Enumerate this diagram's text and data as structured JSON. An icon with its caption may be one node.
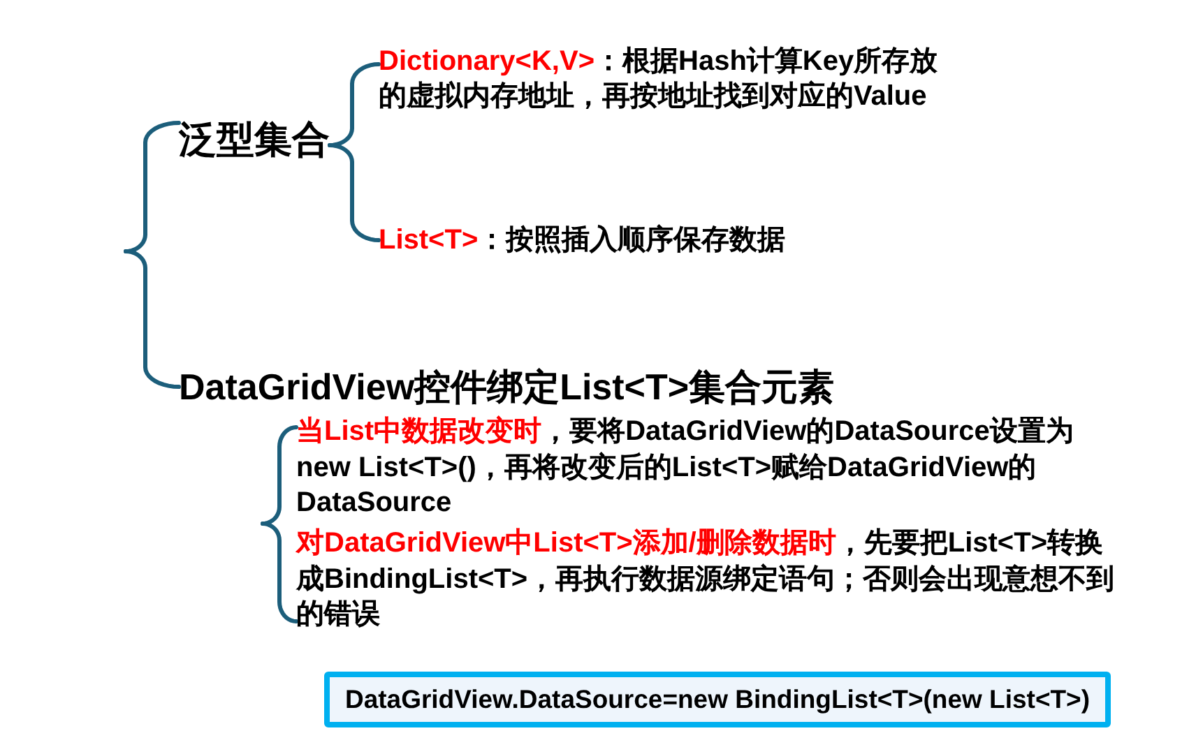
{
  "diagram": {
    "nodes": [
      {
        "text": [
          "泛型集合"
        ]
      },
      {
        "text": [
          "Dictionary<K,V>",
          "：根据Hash计算Key所存放的虚拟内存地址，再按地址找到对应的Value"
        ]
      },
      {
        "text": [
          "List<T>",
          "：按照插入顺序保存数据"
        ]
      },
      {
        "text": [
          "DataGridView控件绑定List<T>集合元素"
        ]
      },
      {
        "text": [
          "当List中数据改变时",
          "，要将DataGridView的DataSource设置为new List<T>()，再将改变后的List<T>赋给DataGridView的DataSource"
        ]
      },
      {
        "text": [
          "对DataGridView中List<T>添加/删除数据时",
          "，先要把List<T>转换成BindingList<T>，再执行数据源绑定语句；否则会出现意想不到的错误"
        ]
      },
      {
        "text": [
          "DataGridView.DataSource=new BindingList<T>(new List<T>)"
        ]
      }
    ],
    "edges": [
      {
        "from": null,
        "to": 0,
        "arrow": "none"
      },
      {
        "from": null,
        "to": 3,
        "arrow": "none"
      },
      {
        "from": 0,
        "to": 1,
        "arrow": "none"
      },
      {
        "from": 0,
        "to": 2,
        "arrow": "none"
      },
      {
        "from": null,
        "to": 4,
        "arrow": "none"
      },
      {
        "from": null,
        "to": 5,
        "arrow": "none"
      }
    ]
  }
}
